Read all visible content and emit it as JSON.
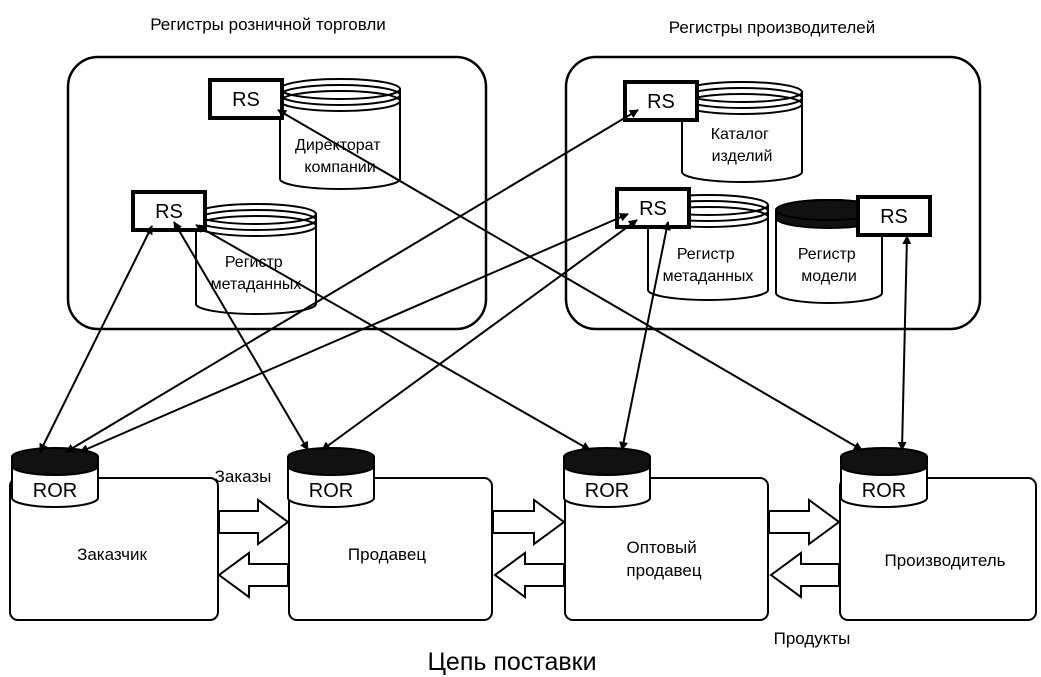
{
  "labels": {
    "retail_group": "Регистры розничной торговли",
    "manufacturer_group": "Регистры производителей",
    "rs": "RS",
    "ror": "ROR",
    "supply_chain": "Цепь поставки",
    "orders": "Заказы",
    "products": "Продукты"
  },
  "registries": {
    "company_directory": [
      "Директорат",
      "компании"
    ],
    "retail_metadata": [
      "Регистр",
      "метаданных"
    ],
    "product_catalog": [
      "Каталог",
      "изделий"
    ],
    "manufacturer_metadata": [
      "Регистр",
      "метаданных"
    ],
    "model_registry": [
      "Регистр",
      "модели"
    ]
  },
  "parties": {
    "customer": [
      "Заказчик"
    ],
    "seller": [
      "Продавец"
    ],
    "wholesaler": [
      "Оптовый",
      "продавец"
    ],
    "manufacturer": [
      "Производитель"
    ]
  },
  "colors": {
    "stroke": "#000000",
    "fill": "#ffffff",
    "dark_band": "#111111"
  }
}
